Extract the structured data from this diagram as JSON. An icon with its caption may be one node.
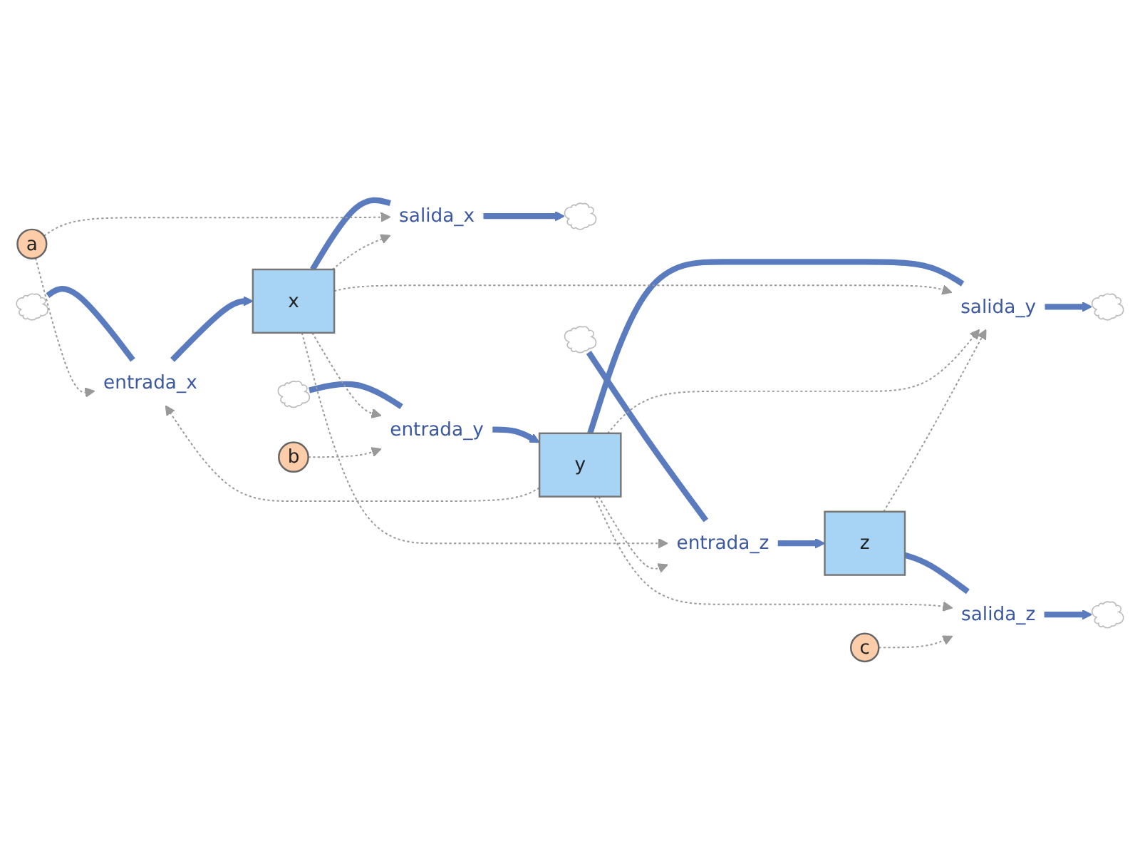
{
  "diagram": {
    "nodes": [
      {
        "text": [
          "a"
        ]
      },
      {
        "text": [],
        "shape": "cloud"
      },
      {
        "text": [
          "entrada_x"
        ]
      },
      {
        "text": [
          "x"
        ]
      },
      {
        "text": [
          "salida_x"
        ]
      },
      {
        "text": [],
        "shape": "cloud"
      },
      {
        "text": [
          "b"
        ]
      },
      {
        "text": [],
        "shape": "cloud"
      },
      {
        "text": [
          "entrada_y"
        ]
      },
      {
        "text": [
          "y"
        ]
      },
      {
        "text": [
          "salida_y"
        ]
      },
      {
        "text": [],
        "shape": "cloud"
      },
      {
        "text": [],
        "shape": "cloud"
      },
      {
        "text": [
          "entrada_z"
        ]
      },
      {
        "text": [
          "z"
        ]
      },
      {
        "text": [
          "salida_z"
        ]
      },
      {
        "text": [],
        "shape": "cloud"
      },
      {
        "text": [
          "c"
        ]
      }
    ],
    "edges": [
      {
        "from": 1,
        "to": 2,
        "arrow": "none",
        "style": "thick",
        "color": "#5b7bbf"
      },
      {
        "from": 2,
        "to": 3,
        "arrow": "to",
        "style": "thick",
        "color": "#5b7bbf"
      },
      {
        "from": 3,
        "to": 4,
        "arrow": "none",
        "style": "thick",
        "color": "#5b7bbf"
      },
      {
        "from": 4,
        "to": 5,
        "arrow": "to",
        "style": "thick",
        "color": "#5b7bbf"
      },
      {
        "from": 7,
        "to": 8,
        "arrow": "none",
        "style": "thick",
        "color": "#5b7bbf"
      },
      {
        "from": 8,
        "to": 9,
        "arrow": "to",
        "style": "thick",
        "color": "#5b7bbf"
      },
      {
        "from": 9,
        "to": 10,
        "arrow": "none",
        "style": "thick",
        "color": "#5b7bbf"
      },
      {
        "from": 10,
        "to": 11,
        "arrow": "to",
        "style": "thick",
        "color": "#5b7bbf"
      },
      {
        "from": 12,
        "to": 13,
        "arrow": "none",
        "style": "thick",
        "color": "#5b7bbf"
      },
      {
        "from": 13,
        "to": 14,
        "arrow": "to",
        "style": "thick",
        "color": "#5b7bbf"
      },
      {
        "from": 14,
        "to": 15,
        "arrow": "none",
        "style": "thick",
        "color": "#5b7bbf"
      },
      {
        "from": 15,
        "to": 16,
        "arrow": "to",
        "style": "thick",
        "color": "#5b7bbf"
      },
      {
        "from": 0,
        "to": 4,
        "arrow": "to",
        "style": "dashed"
      },
      {
        "from": 0,
        "to": 2,
        "arrow": "to",
        "style": "dashed"
      },
      {
        "from": 3,
        "to": 4,
        "arrow": "to",
        "style": "dashed"
      },
      {
        "from": 3,
        "to": 8,
        "arrow": "to",
        "style": "dashed"
      },
      {
        "from": 3,
        "to": 13,
        "arrow": "to",
        "style": "dashed"
      },
      {
        "from": 3,
        "to": 10,
        "arrow": "to",
        "style": "dashed"
      },
      {
        "from": 9,
        "to": 2,
        "arrow": "to",
        "style": "dashed"
      },
      {
        "from": 6,
        "to": 8,
        "arrow": "to",
        "style": "dashed"
      },
      {
        "from": 9,
        "to": 13,
        "arrow": "to",
        "style": "dashed"
      },
      {
        "from": 9,
        "to": 10,
        "arrow": "to",
        "style": "dashed"
      },
      {
        "from": 9,
        "to": 15,
        "arrow": "to",
        "style": "dashed"
      },
      {
        "from": 14,
        "to": 10,
        "arrow": "to",
        "style": "dashed"
      },
      {
        "from": 17,
        "to": 15,
        "arrow": "to",
        "style": "dashed"
      }
    ]
  }
}
